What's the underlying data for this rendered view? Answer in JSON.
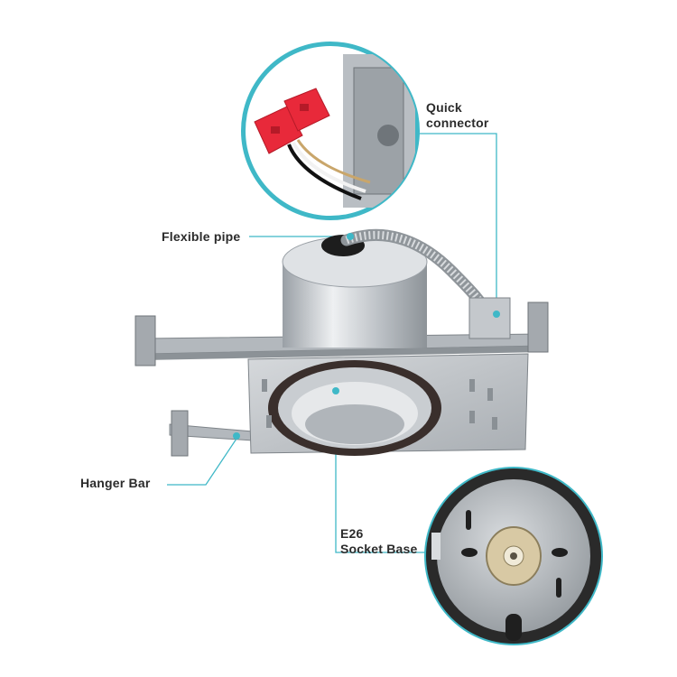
{
  "callouts": {
    "quick_connector": {
      "line1": "Quick",
      "line2": "connector"
    },
    "flexible_pipe": "Flexible pipe",
    "hanger_bar": "Hanger Bar",
    "socket_base": {
      "line1": "E26",
      "line2": "Socket Base"
    }
  },
  "colors": {
    "accent": "#3fb8c7",
    "connector_red": "#e8293a",
    "metal": "#c7cbd0",
    "text": "#2b2b2b"
  },
  "icons": [
    "quick-connector-illustration",
    "recessed-housing-illustration",
    "socket-base-illustration"
  ]
}
